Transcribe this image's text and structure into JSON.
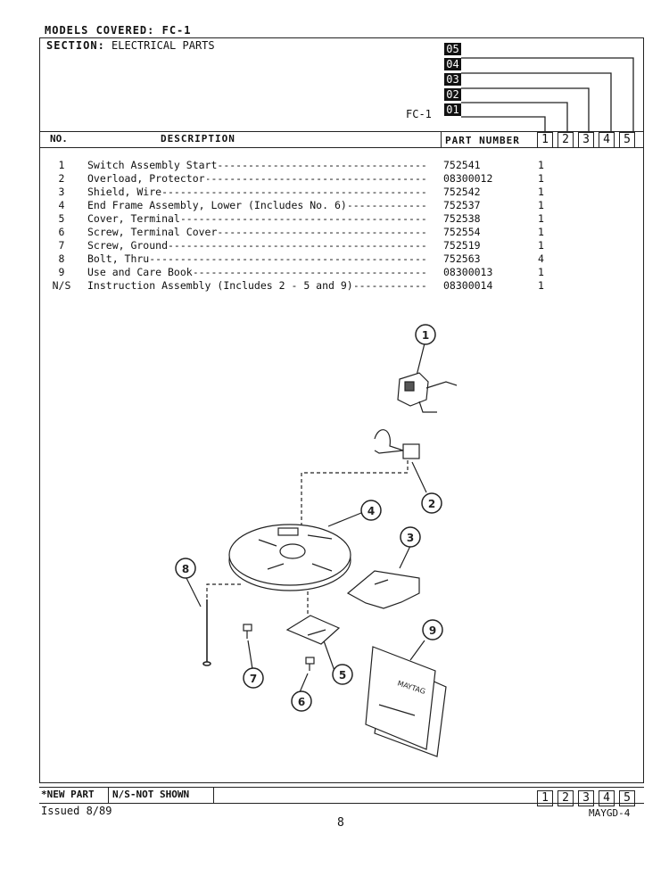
{
  "header": {
    "models_covered": "MODELS COVERED: FC-1",
    "section_label": "SECTION:",
    "section_value": "ELECTRICAL PARTS",
    "model_code": "FC-1",
    "model_columns": [
      "05",
      "04",
      "03",
      "02",
      "01"
    ]
  },
  "table": {
    "col_no": "NO.",
    "col_description": "DESCRIPTION",
    "col_part_number": "PART NUMBER",
    "model_numbers": [
      "1",
      "2",
      "3",
      "4",
      "5"
    ],
    "rows": [
      {
        "no": "1",
        "description": "Switch Assembly Start",
        "part": "752541",
        "qty": "1"
      },
      {
        "no": "2",
        "description": "Overload, Protector",
        "part": "08300012",
        "qty": "1"
      },
      {
        "no": "3",
        "description": "Shield, Wire",
        "part": "752542",
        "qty": "1"
      },
      {
        "no": "4",
        "description": "End Frame Assembly, Lower (Includes No. 6)",
        "part": "752537",
        "qty": "1"
      },
      {
        "no": "5",
        "description": "Cover, Terminal",
        "part": "752538",
        "qty": "1"
      },
      {
        "no": "6",
        "description": "Screw, Terminal Cover",
        "part": "752554",
        "qty": "1"
      },
      {
        "no": "7",
        "description": "Screw, Ground",
        "part": "752519",
        "qty": "1"
      },
      {
        "no": "8",
        "description": "Bolt, Thru",
        "part": "752563",
        "qty": "4"
      },
      {
        "no": "9",
        "description": "Use and Care Book",
        "part": "08300013",
        "qty": "1"
      },
      {
        "no": "N/S",
        "description": "Instruction Assembly (Includes 2 - 5 and 9)",
        "part": "08300014",
        "qty": "1"
      }
    ]
  },
  "diagram": {
    "callouts": [
      "1",
      "2",
      "3",
      "4",
      "5",
      "6",
      "7",
      "8",
      "9"
    ],
    "book_cover_text": "MAYTAG"
  },
  "footer": {
    "new_part": "*NEW PART",
    "ns_not_shown": "N/S-NOT SHOWN",
    "model_numbers": [
      "1",
      "2",
      "3",
      "4",
      "5"
    ],
    "issued": "Issued 8/89",
    "page_number": "8",
    "doc_code": "MAYGD-4"
  }
}
